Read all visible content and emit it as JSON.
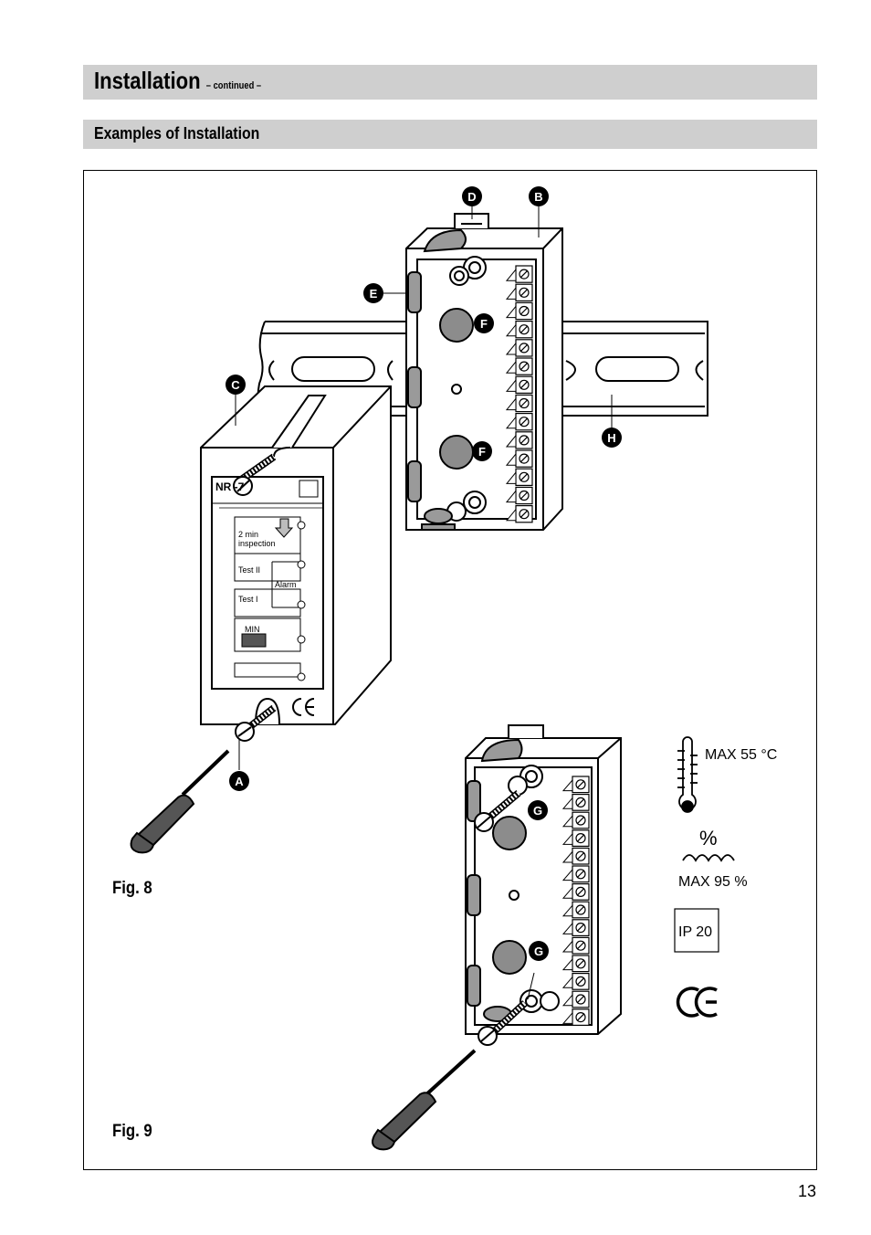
{
  "header": {
    "title": "Installation",
    "title_suffix": "– continued –",
    "section": "Examples of Installation"
  },
  "figures": {
    "fig8_label": "Fig. 8",
    "fig9_label": "Fig. 9",
    "device_model": "NR -7",
    "panel_labels": {
      "inspection_line1": "2 min",
      "inspection_line2": "inspection",
      "test2": "Test II",
      "test1": "Test I",
      "alarm": "Alarm",
      "min": "MIN"
    },
    "callouts": [
      "A",
      "B",
      "C",
      "D",
      "E",
      "F",
      "G",
      "H"
    ]
  },
  "specs": {
    "temperature": "MAX 55 °C",
    "humidity_symbol": "%",
    "humidity": "MAX 95 %",
    "protection": "IP 20",
    "ce_mark": "CE"
  },
  "page_number": "13"
}
